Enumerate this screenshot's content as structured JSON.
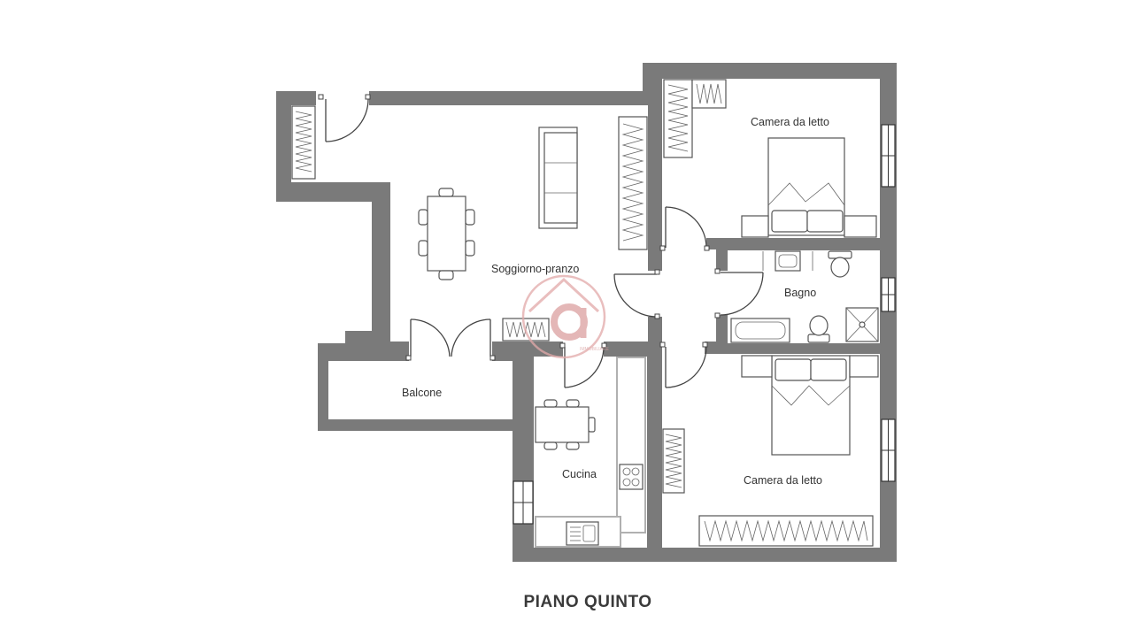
{
  "floor_name": "PIANO QUINTO",
  "rooms": {
    "living": "Soggiorno-pranzo",
    "bedroom_top": "Camera da letto",
    "bathroom": "Bagno",
    "balcony": "Balcone",
    "kitchen": "Cucina",
    "bedroom_bottom": "Camera da letto"
  },
  "watermark": {
    "letter": "a",
    "caption": "IMMOBILIARE"
  },
  "colors": {
    "wall": "#7a7a7a",
    "floor": "#ffffff",
    "furniture_stroke": "#555555",
    "watermark": "#d99090"
  }
}
